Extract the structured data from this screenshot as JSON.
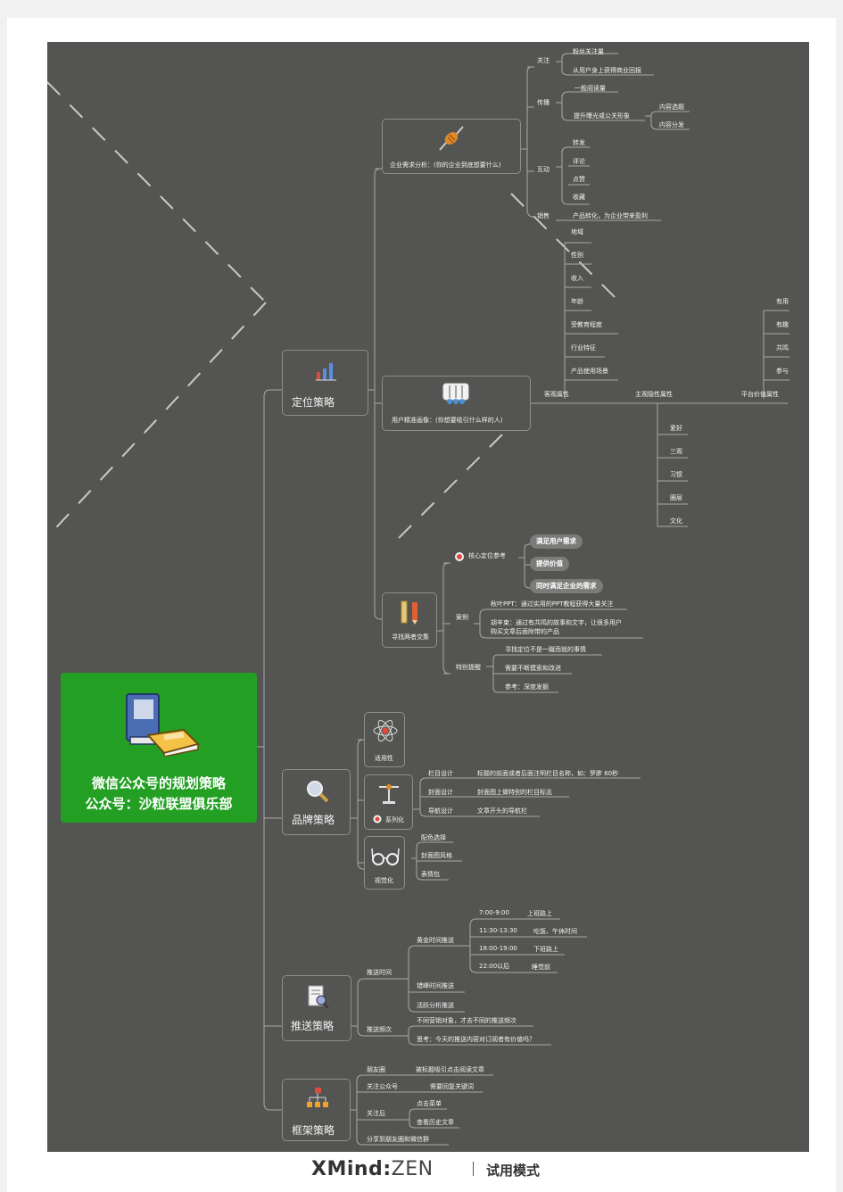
{
  "root": {
    "title1": "微信公众号的规划策略",
    "title2": "公众号：沙粒联盟俱乐部"
  },
  "branches": {
    "dingwei": "定位策略",
    "pinpai": "品牌策略",
    "tuisong": "推送策略",
    "kuangjia": "框架策略"
  },
  "dingwei": {
    "qiye": {
      "label": "企业需求分析：(你的企业到底想要什么)",
      "guanzhu": {
        "label": "关注",
        "items": [
          "粉丝关注量",
          "从用户身上获得商业回报"
        ]
      },
      "chuanbo": {
        "label": "传播",
        "items": [
          "一般阅读量",
          "提升曝光或公关形象"
        ],
        "sub": [
          "内容选题",
          "内容分发"
        ]
      },
      "hudong": {
        "label": "互动",
        "items": [
          "转发",
          "评论",
          "点赞",
          "收藏"
        ]
      },
      "xiaoshou": {
        "label": "销售",
        "items": [
          "产品转化，为企业带来盈利"
        ]
      }
    },
    "yonghu": {
      "label": "用户精准画像：(你想要吸引什么样的人)",
      "keguan": {
        "label": "客观属性",
        "items": [
          "地域",
          "性别",
          "收入",
          "年龄",
          "受教育程度",
          "行业特征",
          "产品使用场景"
        ]
      },
      "zhuguan": {
        "label": "主观隐性属性",
        "items": [
          "爱好",
          "三观",
          "习惯",
          "圈层",
          "文化"
        ]
      },
      "pingtai": {
        "label": "平台价值属性",
        "items": [
          "有用",
          "有趣",
          "共鸣",
          "参与"
        ]
      }
    },
    "xunzhao": {
      "label": "寻找两者交集",
      "hexin": {
        "label": "核心定位参考",
        "pills": [
          "满足用户需求",
          "提供价值",
          "同时满足企业的需求"
        ]
      },
      "anli": {
        "label": "案例",
        "items": [
          "秋叶PPT：通过实用的PPT教程获得大量关注",
          "胡辛束：通过有共鸣的故事和文字，让很多用户",
          "购买文章后面附带的产品"
        ]
      },
      "tebie": {
        "label": "特别提醒",
        "items": [
          "寻找定位不是一蹴而就的事情",
          "需要不断摸索和改进",
          "参考：深度发掘"
        ]
      }
    }
  },
  "pinpai": {
    "shiyong": {
      "label": "适用性"
    },
    "xilie": {
      "label": "系列化",
      "rows": [
        {
          "k": "栏目设计",
          "v": "标题的前面或者后面注明栏目名称，如：罗胖 60秒"
        },
        {
          "k": "封面设计",
          "v": "封面图上做特别的栏目标志"
        },
        {
          "k": "导航设计",
          "v": "文章开头的导航栏"
        }
      ]
    },
    "shijue": {
      "label": "视觉化",
      "items": [
        "配色选择",
        "封面图风格",
        "表情包"
      ]
    }
  },
  "tuisong": {
    "shijian": {
      "label": "推送时间",
      "huangjin": {
        "label": "黄金时间推送",
        "rows": [
          {
            "k": "7:00-9:00",
            "v": "上班路上"
          },
          {
            "k": "11:30-13:30",
            "v": "吃饭、午休时间"
          },
          {
            "k": "18:00-19:00",
            "v": "下班路上"
          },
          {
            "k": "22:00以后",
            "v": "睡觉前"
          }
        ]
      },
      "items": [
        "错峰时间推送",
        "活跃分析推送"
      ]
    },
    "pinci": {
      "label": "推送频次",
      "items": [
        "不同营销对象，才去不同的推送频次",
        "思考：今天的推送内容对订阅者有价值吗？"
      ]
    }
  },
  "kuangjia": {
    "rows": [
      {
        "k": "朋友圈",
        "v": "被标题吸引点击阅读文章"
      },
      {
        "k": "关注公众号",
        "v": "需要回复关键词"
      },
      {
        "k": "关注后",
        "v": ""
      },
      {
        "k": "分享到朋友圈和微信群",
        "v": ""
      }
    ],
    "after": [
      "点击菜单",
      "查看历史文章"
    ]
  },
  "footer": {
    "brand_bold": "XMind",
    "brand_sep": ":",
    "brand_light": "ZEN",
    "mode": "试用模式"
  }
}
